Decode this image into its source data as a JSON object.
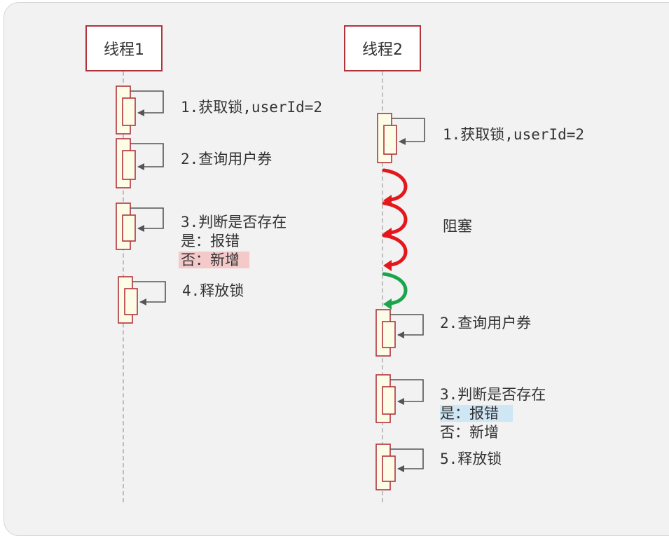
{
  "threads": [
    {
      "title": "线程1",
      "steps": [
        {
          "text": "1.获取锁,userId=2"
        },
        {
          "text": "2.查询用户券"
        },
        {
          "lines": [
            "3.判断是否存在",
            "是：报错",
            "否：新增"
          ],
          "highlight_line": 2
        },
        {
          "text": "4.释放锁"
        }
      ]
    },
    {
      "title": "线程2",
      "steps": [
        {
          "text": "1.获取锁,userId=2"
        },
        {
          "text": "阻塞"
        },
        {
          "text": "2.查询用户券"
        },
        {
          "lines": [
            "3.判断是否存在",
            "是：报错",
            "否：新增"
          ],
          "highlight_line": 1
        },
        {
          "text": "5.释放锁"
        }
      ]
    }
  ],
  "colors": {
    "border": "#b1343c",
    "activation_fill": "#fdfce6",
    "blocked_arrow": "#e3171c",
    "resume_arrow": "#1aa54b",
    "highlight_no": "#f3c9c9",
    "highlight_yes": "#cfe6f4"
  }
}
